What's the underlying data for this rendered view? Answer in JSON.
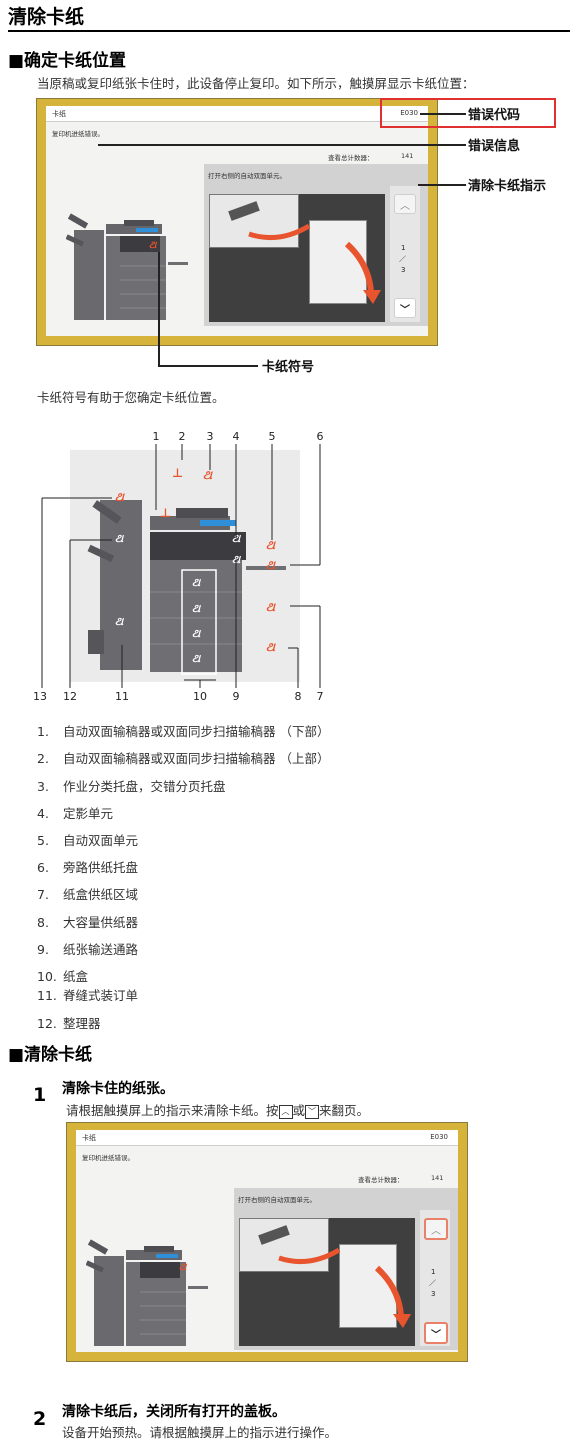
{
  "page": {
    "title": "清除卡纸",
    "section1": {
      "heading": "■确定卡纸位置",
      "intro": "当原稿或复印纸张卡住时，此设备停止复印。如下所示，触摸屏显示卡纸位置：",
      "after_screen": "卡纸符号有助于您确定卡纸位置。"
    },
    "section2": {
      "heading": "■清除卡纸"
    }
  },
  "screen": {
    "title": "卡纸",
    "code": "E030",
    "message": "复印机进纸错误。",
    "counter_label": "查看总计数器：",
    "counter_value": "141",
    "instruction": "打开右侧的自动双面单元。",
    "page_num": "1",
    "page_total": "3",
    "up_icon": "chevron-up-icon",
    "down_icon": "chevron-down-icon"
  },
  "callouts": {
    "error_code": "错误代码",
    "error_info": "错误信息",
    "clear_guide": "清除卡纸指示",
    "jam_symbol": "卡纸符号"
  },
  "diagram": {
    "top_numbers": [
      "1",
      "2",
      "3",
      "4",
      "5",
      "6"
    ],
    "bottom_numbers": [
      "13",
      "12",
      "11",
      "10",
      "9",
      "8",
      "7"
    ]
  },
  "legend": [
    {
      "n": "1.",
      "text": "自动双面输稿器或双面同步扫描输稿器 （下部）"
    },
    {
      "n": "2.",
      "text": "自动双面输稿器或双面同步扫描输稿器 （上部）"
    },
    {
      "n": "3.",
      "text": "作业分类托盘，交错分页托盘"
    },
    {
      "n": "4.",
      "text": "定影单元"
    },
    {
      "n": "5.",
      "text": "自动双面单元"
    },
    {
      "n": "6.",
      "text": "旁路供纸托盘"
    },
    {
      "n": "7.",
      "text": "纸盒供纸区域"
    },
    {
      "n": "8.",
      "text": "大容量供纸器"
    },
    {
      "n": "9.",
      "text": "纸张输送通路"
    },
    {
      "n": "10.",
      "text": "纸盒"
    },
    {
      "n": "11.",
      "text": "脊缝式装订单"
    },
    {
      "n": "12.",
      "text": "整理器"
    }
  ],
  "steps": [
    {
      "num": "1",
      "title": "清除卡住的纸张。",
      "desc_before": "请根据触摸屏上的指示来清除卡纸。按",
      "desc_mid": "或",
      "desc_after": "来翻页。"
    },
    {
      "num": "2",
      "title": "清除卡纸后，关闭所有打开的盖板。",
      "desc": "设备开始预热。请根据触摸屏上的指示进行操作。"
    }
  ],
  "colors": {
    "screen_frame": "#d6b33a",
    "jam_symbol": "#e8542e",
    "highlight_red": "#e03030"
  }
}
